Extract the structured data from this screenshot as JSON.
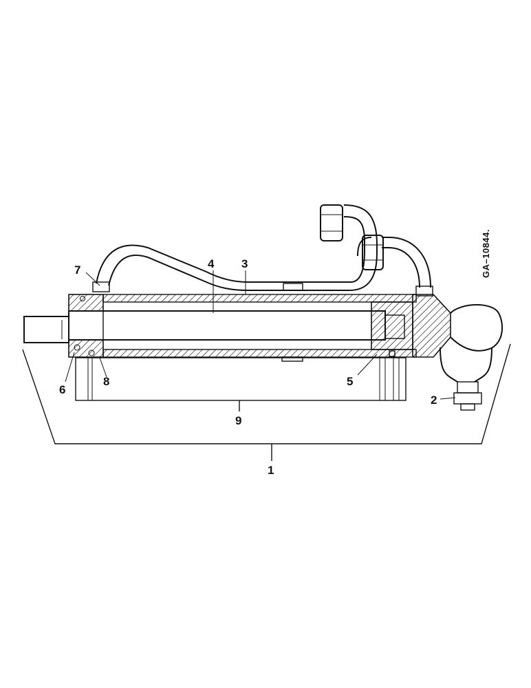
{
  "drawing_ref": "GA–10844.",
  "callouts": {
    "c1": "1",
    "c2": "2",
    "c3": "3",
    "c4": "4",
    "c5": "5",
    "c6": "6",
    "c7": "7",
    "c8": "8",
    "c9": "9"
  },
  "colors": {
    "ink": "#111111",
    "paper": "#ffffff"
  }
}
